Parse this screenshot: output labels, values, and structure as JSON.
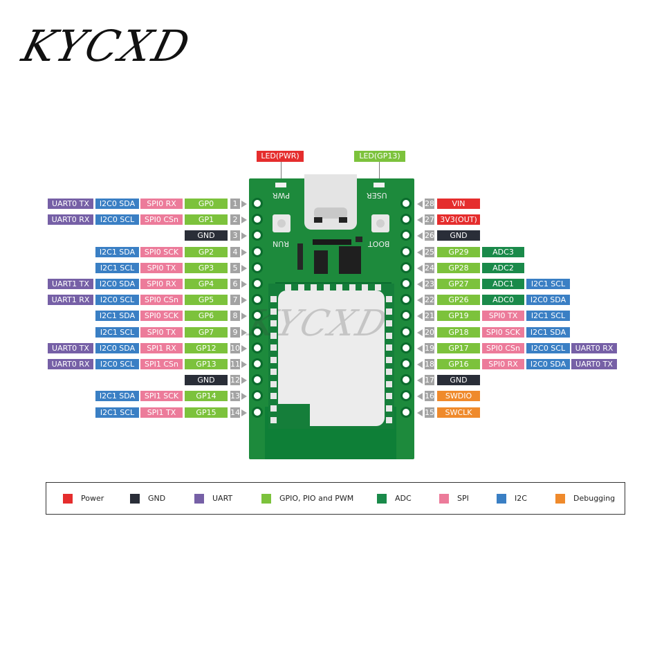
{
  "colors": {
    "power": "#e52d2d",
    "gnd": "#2a2e38",
    "uart": "#7660a6",
    "gpio": "#7cc23c",
    "adc": "#1a8a4a",
    "spi": "#ec7b9a",
    "i2c": "#3a7fc4",
    "debug": "#ef8a2c",
    "pin": "#a3a3a3"
  },
  "brand": {
    "logo": "KYCXD"
  },
  "board": {
    "led_pwr_label": "LED(PWR)",
    "led_user_label": "LED(GP13)",
    "silk_pwr": "PWR",
    "silk_user": "USER",
    "silk_run": "RUN",
    "silk_boot": "BOOT"
  },
  "left_pins": [
    {
      "num": "1",
      "labels": [
        {
          "t": "UART0 TX",
          "k": "uart"
        },
        {
          "t": "I2C0 SDA",
          "k": "i2c"
        },
        {
          "t": "SPI0 RX",
          "k": "spi"
        },
        {
          "t": "GP0",
          "k": "gpio"
        }
      ]
    },
    {
      "num": "2",
      "labels": [
        {
          "t": "UART0 RX",
          "k": "uart"
        },
        {
          "t": "I2C0 SCL",
          "k": "i2c"
        },
        {
          "t": "SPI0 CSn",
          "k": "spi"
        },
        {
          "t": "GP1",
          "k": "gpio"
        }
      ]
    },
    {
      "num": "3",
      "labels": [
        {
          "t": "",
          "k": ""
        },
        {
          "t": "",
          "k": ""
        },
        {
          "t": "",
          "k": ""
        },
        {
          "t": "GND",
          "k": "gnd"
        }
      ]
    },
    {
      "num": "4",
      "labels": [
        {
          "t": "",
          "k": ""
        },
        {
          "t": "I2C1 SDA",
          "k": "i2c"
        },
        {
          "t": "SPI0 SCK",
          "k": "spi"
        },
        {
          "t": "GP2",
          "k": "gpio"
        }
      ]
    },
    {
      "num": "5",
      "labels": [
        {
          "t": "",
          "k": ""
        },
        {
          "t": "I2C1 SCL",
          "k": "i2c"
        },
        {
          "t": "SPI0 TX",
          "k": "spi"
        },
        {
          "t": "GP3",
          "k": "gpio"
        }
      ]
    },
    {
      "num": "6",
      "labels": [
        {
          "t": "UART1 TX",
          "k": "uart"
        },
        {
          "t": "I2C0 SDA",
          "k": "i2c"
        },
        {
          "t": "SPI0 RX",
          "k": "spi"
        },
        {
          "t": "GP4",
          "k": "gpio"
        }
      ]
    },
    {
      "num": "7",
      "labels": [
        {
          "t": "UART1 RX",
          "k": "uart"
        },
        {
          "t": "I2C0 SCL",
          "k": "i2c"
        },
        {
          "t": "SPI0 CSn",
          "k": "spi"
        },
        {
          "t": "GP5",
          "k": "gpio"
        }
      ]
    },
    {
      "num": "8",
      "labels": [
        {
          "t": "",
          "k": ""
        },
        {
          "t": "I2C1 SDA",
          "k": "i2c"
        },
        {
          "t": "SPI0 SCK",
          "k": "spi"
        },
        {
          "t": "GP6",
          "k": "gpio"
        }
      ]
    },
    {
      "num": "9",
      "labels": [
        {
          "t": "",
          "k": ""
        },
        {
          "t": "I2C1 SCL",
          "k": "i2c"
        },
        {
          "t": "SPI0 TX",
          "k": "spi"
        },
        {
          "t": "GP7",
          "k": "gpio"
        }
      ]
    },
    {
      "num": "10",
      "labels": [
        {
          "t": "UART0 TX",
          "k": "uart"
        },
        {
          "t": "I2C0 SDA",
          "k": "i2c"
        },
        {
          "t": "SPI1 RX",
          "k": "spi"
        },
        {
          "t": "GP12",
          "k": "gpio"
        }
      ]
    },
    {
      "num": "11",
      "labels": [
        {
          "t": "UART0 RX",
          "k": "uart"
        },
        {
          "t": "I2C0 SCL",
          "k": "i2c"
        },
        {
          "t": "SPI1 CSn",
          "k": "spi"
        },
        {
          "t": "GP13",
          "k": "gpio"
        }
      ]
    },
    {
      "num": "12",
      "labels": [
        {
          "t": "",
          "k": ""
        },
        {
          "t": "",
          "k": ""
        },
        {
          "t": "",
          "k": ""
        },
        {
          "t": "GND",
          "k": "gnd"
        }
      ]
    },
    {
      "num": "13",
      "labels": [
        {
          "t": "",
          "k": ""
        },
        {
          "t": "I2C1 SDA",
          "k": "i2c"
        },
        {
          "t": "SPI1 SCK",
          "k": "spi"
        },
        {
          "t": "GP14",
          "k": "gpio"
        }
      ]
    },
    {
      "num": "14",
      "labels": [
        {
          "t": "",
          "k": ""
        },
        {
          "t": "I2C1 SCL",
          "k": "i2c"
        },
        {
          "t": "SPI1 TX",
          "k": "spi"
        },
        {
          "t": "GP15",
          "k": "gpio"
        }
      ]
    }
  ],
  "right_pins": [
    {
      "num": "28",
      "labels": [
        {
          "t": "VIN",
          "k": "power"
        },
        {
          "t": "",
          "k": ""
        },
        {
          "t": "",
          "k": ""
        },
        {
          "t": "",
          "k": ""
        }
      ]
    },
    {
      "num": "27",
      "labels": [
        {
          "t": "3V3(OUT)",
          "k": "power"
        },
        {
          "t": "",
          "k": ""
        },
        {
          "t": "",
          "k": ""
        },
        {
          "t": "",
          "k": ""
        }
      ]
    },
    {
      "num": "26",
      "labels": [
        {
          "t": "GND",
          "k": "gnd"
        },
        {
          "t": "",
          "k": ""
        },
        {
          "t": "",
          "k": ""
        },
        {
          "t": "",
          "k": ""
        }
      ]
    },
    {
      "num": "25",
      "labels": [
        {
          "t": "GP29",
          "k": "gpio"
        },
        {
          "t": "ADC3",
          "k": "adc"
        },
        {
          "t": "",
          "k": ""
        },
        {
          "t": "",
          "k": ""
        }
      ]
    },
    {
      "num": "24",
      "labels": [
        {
          "t": "GP28",
          "k": "gpio"
        },
        {
          "t": "ADC2",
          "k": "adc"
        },
        {
          "t": "",
          "k": ""
        },
        {
          "t": "",
          "k": ""
        }
      ]
    },
    {
      "num": "23",
      "labels": [
        {
          "t": "GP27",
          "k": "gpio"
        },
        {
          "t": "ADC1",
          "k": "adc"
        },
        {
          "t": "I2C1 SCL",
          "k": "i2c"
        },
        {
          "t": "",
          "k": ""
        }
      ]
    },
    {
      "num": "22",
      "labels": [
        {
          "t": "GP26",
          "k": "gpio"
        },
        {
          "t": "ADC0",
          "k": "adc"
        },
        {
          "t": "I2C0 SDA",
          "k": "i2c"
        },
        {
          "t": "",
          "k": ""
        }
      ]
    },
    {
      "num": "21",
      "labels": [
        {
          "t": "GP19",
          "k": "gpio"
        },
        {
          "t": "SPI0 TX",
          "k": "spi"
        },
        {
          "t": "I2C1 SCL",
          "k": "i2c"
        },
        {
          "t": "",
          "k": ""
        }
      ]
    },
    {
      "num": "20",
      "labels": [
        {
          "t": "GP18",
          "k": "gpio"
        },
        {
          "t": "SPI0 SCK",
          "k": "spi"
        },
        {
          "t": "I2C1 SDA",
          "k": "i2c"
        },
        {
          "t": "",
          "k": ""
        }
      ]
    },
    {
      "num": "19",
      "labels": [
        {
          "t": "GP17",
          "k": "gpio"
        },
        {
          "t": "SPI0 CSn",
          "k": "spi"
        },
        {
          "t": "I2C0 SCL",
          "k": "i2c"
        },
        {
          "t": "UART0 RX",
          "k": "uart"
        }
      ]
    },
    {
      "num": "18",
      "labels": [
        {
          "t": "GP16",
          "k": "gpio"
        },
        {
          "t": "SPI0 RX",
          "k": "spi"
        },
        {
          "t": "I2C0 SDA",
          "k": "i2c"
        },
        {
          "t": "UART0 TX",
          "k": "uart"
        }
      ]
    },
    {
      "num": "17",
      "labels": [
        {
          "t": "GND",
          "k": "gnd"
        },
        {
          "t": "",
          "k": ""
        },
        {
          "t": "",
          "k": ""
        },
        {
          "t": "",
          "k": ""
        }
      ]
    },
    {
      "num": "16",
      "labels": [
        {
          "t": "SWDIO",
          "k": "debug"
        },
        {
          "t": "",
          "k": ""
        },
        {
          "t": "",
          "k": ""
        },
        {
          "t": "",
          "k": ""
        }
      ]
    },
    {
      "num": "15",
      "labels": [
        {
          "t": "SWCLK",
          "k": "debug"
        },
        {
          "t": "",
          "k": ""
        },
        {
          "t": "",
          "k": ""
        },
        {
          "t": "",
          "k": ""
        }
      ]
    }
  ],
  "legend": [
    {
      "label": "Power",
      "color": "#e52d2d"
    },
    {
      "label": "GND",
      "color": "#2a2e38"
    },
    {
      "label": "UART",
      "color": "#7660a6"
    },
    {
      "label": "GPIO, PIO and PWM",
      "color": "#7cc23c"
    },
    {
      "label": "ADC",
      "color": "#1a8a4a"
    },
    {
      "label": "SPI",
      "color": "#ec7b9a"
    },
    {
      "label": "I2C",
      "color": "#3a7fc4"
    },
    {
      "label": "Debugging",
      "color": "#ef8a2c"
    }
  ]
}
